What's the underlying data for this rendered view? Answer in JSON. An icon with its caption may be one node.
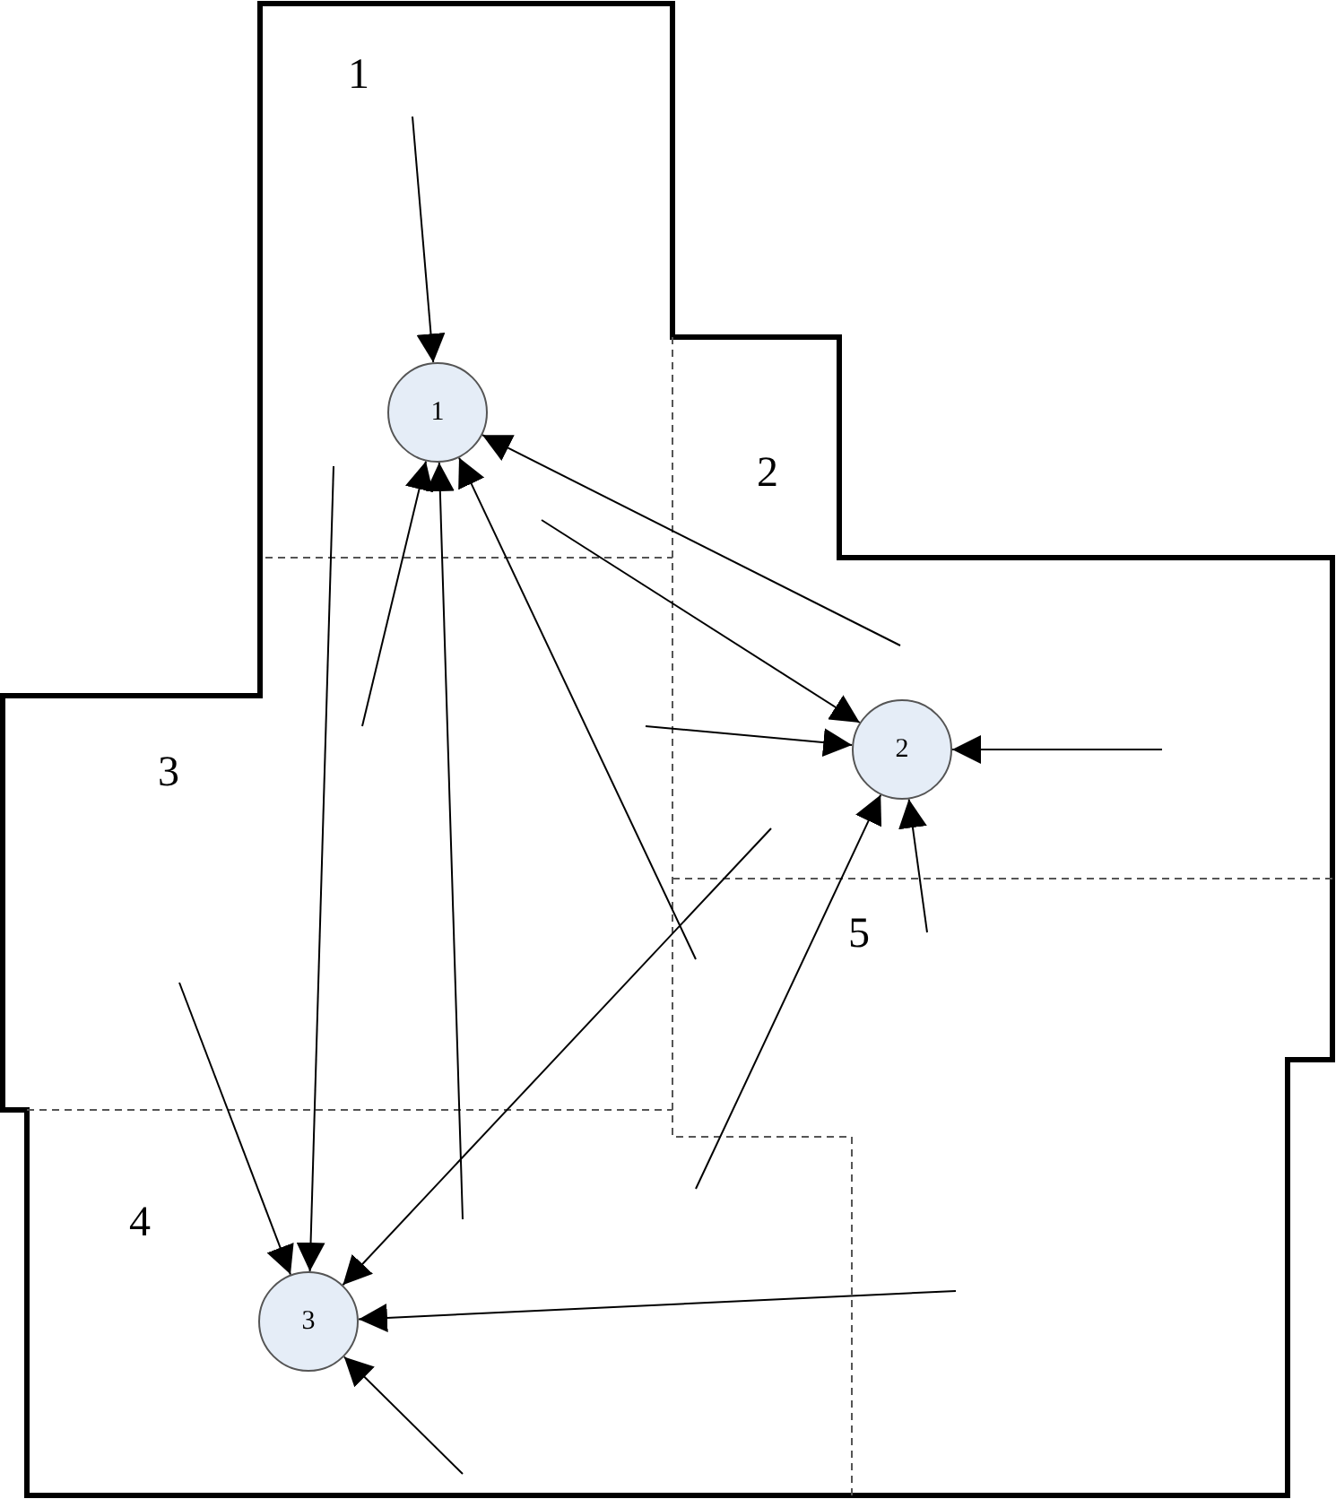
{
  "diagram": {
    "nodes": [
      {
        "text": [
          "1"
        ]
      },
      {
        "text": [
          "2"
        ]
      },
      {
        "text": [
          "3"
        ]
      }
    ],
    "edges": [
      {
        "from": null,
        "to": 0,
        "arrow": "to"
      },
      {
        "from": null,
        "to": 0,
        "arrow": "to"
      },
      {
        "from": null,
        "to": 0,
        "arrow": "to"
      },
      {
        "from": null,
        "to": 0,
        "arrow": "to"
      },
      {
        "from": null,
        "to": 0,
        "arrow": "to"
      },
      {
        "from": null,
        "to": 1,
        "arrow": "to"
      },
      {
        "from": null,
        "to": 1,
        "arrow": "to"
      },
      {
        "from": null,
        "to": 1,
        "arrow": "to"
      },
      {
        "from": null,
        "to": 1,
        "arrow": "to"
      },
      {
        "from": null,
        "to": 1,
        "arrow": "to"
      },
      {
        "from": null,
        "to": 2,
        "arrow": "to"
      },
      {
        "from": null,
        "to": 2,
        "arrow": "to"
      },
      {
        "from": null,
        "to": 2,
        "arrow": "to"
      },
      {
        "from": null,
        "to": 2,
        "arrow": "to"
      },
      {
        "from": null,
        "to": 2,
        "arrow": "to"
      }
    ],
    "labels": [
      "1",
      "2",
      "3",
      "5",
      "4"
    ]
  }
}
